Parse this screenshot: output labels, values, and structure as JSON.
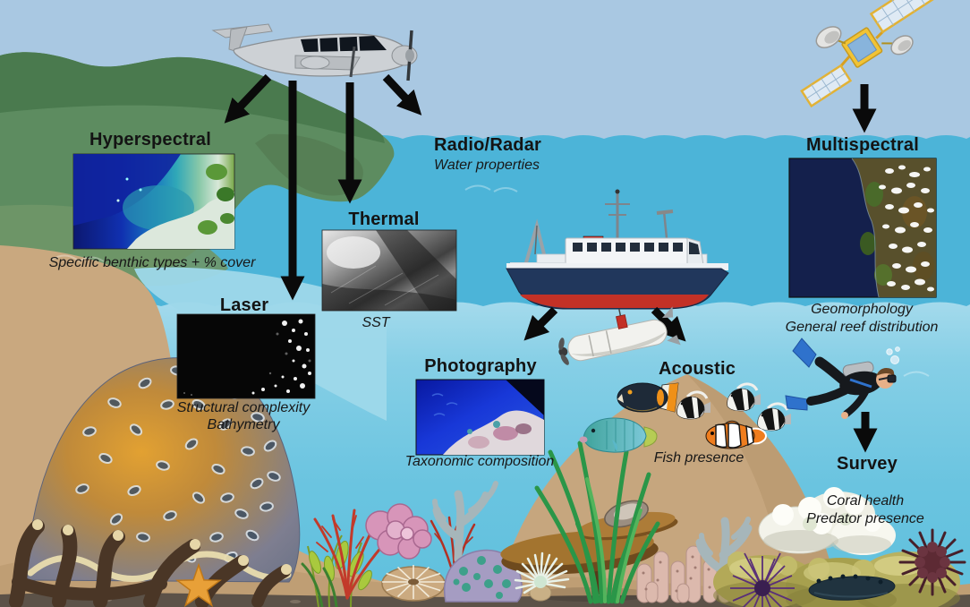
{
  "diagram": {
    "description": "Coral reef remote-sensing methods overview",
    "methods": {
      "hyperspectral": {
        "label": "Hyperspectral",
        "caption": "Specific benthic types + % cover"
      },
      "radio_radar": {
        "label": "Radio/Radar",
        "caption": "Water properties"
      },
      "thermal": {
        "label": "Thermal",
        "caption": "SST"
      },
      "laser": {
        "label": "Laser",
        "caption_line1": "Structural complexity",
        "caption_line2": "Bathymetry"
      },
      "multispectral": {
        "label": "Multispectral",
        "caption_line1": "Geomorphology",
        "caption_line2": "General reef distribution"
      },
      "photography": {
        "label": "Photography",
        "caption": "Taxonomic composition"
      },
      "acoustic": {
        "label": "Acoustic",
        "caption": "Fish presence"
      },
      "survey": {
        "label": "Survey",
        "caption_line1": "Coral health",
        "caption_line2": "Predator presence"
      }
    },
    "platform_icons": [
      "airplane-icon",
      "satellite-icon",
      "research-vessel-icon",
      "auv-icon",
      "scuba-diver-icon"
    ],
    "scene_icons": [
      "surgeonfish-icon",
      "humphead-wrasse-icon",
      "bannerfish-icon",
      "clownfish-icon",
      "dome-coral-icon",
      "branching-coral-icon",
      "seaweed-icon",
      "sea-fan-icon",
      "mushroom-coral-icon",
      "anemone-icon",
      "table-coral-icon",
      "staghorn-coral-icon",
      "cabbage-coral-icon",
      "finger-coral-icon",
      "sea-urchin-icon",
      "white-coral-icon",
      "olive-coral-icon",
      "crown-of-thorns-icon",
      "sea-cucumber-icon",
      "starfish-icon",
      "kelp-icon"
    ],
    "colors": {
      "sky": "#a9c8e2",
      "ocean_surface": "#4cb4d8",
      "underwater": "#85cce4",
      "land_dark": "#4a7a4e",
      "land_mid": "#5d8c60",
      "land_light": "#6f9668",
      "sand": "#c3a37b",
      "arrow": "#0a0a0a",
      "label_text": "#141414"
    }
  }
}
